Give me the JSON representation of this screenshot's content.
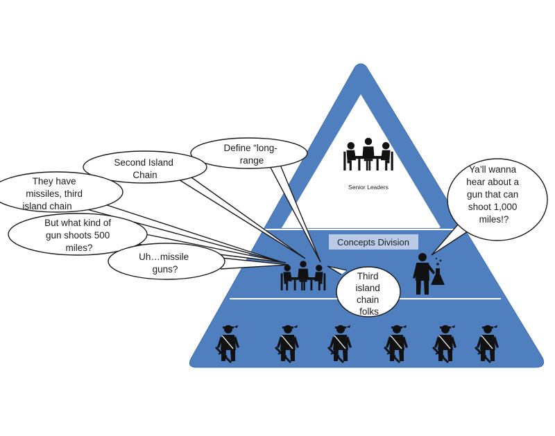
{
  "colors": {
    "pyramid_fill": "#4f7fbf",
    "pyramid_edge": "#3f6fae",
    "snow": "#ffffff",
    "division_label_bg": "#b9cbe6",
    "figure": "#111111",
    "bubble_stroke": "#1a1a1a"
  },
  "pyramid": {
    "top_tier_label": "Senior Leaders",
    "middle_tier_label": "Concepts Division",
    "top_icon": "meeting-table-icon",
    "middle_icons": [
      "meeting-table-icon",
      "scientist-icon"
    ],
    "bottom_icon": "soldier-icon",
    "soldier_count": 6
  },
  "bubbles": [
    {
      "id": "define-long-range",
      "lines": [
        "Define “long-",
        "range"
      ]
    },
    {
      "id": "second-island-chain",
      "lines": [
        "Second Island",
        "Chain"
      ]
    },
    {
      "id": "third-island-chain",
      "lines": [
        "They have",
        "missiles, third",
        "island chain"
      ]
    },
    {
      "id": "gun-500-miles",
      "lines": [
        "But what kind of",
        "gun shoots 500",
        "miles?"
      ]
    },
    {
      "id": "missile-guns",
      "lines": [
        "Uh…missile",
        "guns?"
      ]
    },
    {
      "id": "third-island-chain-folks",
      "lines": [
        "Third",
        "island",
        "chain",
        "folks"
      ]
    },
    {
      "id": "gun-1000-miles",
      "lines": [
        "Ya’ll wanna",
        "hear about a",
        "gun that can",
        "shoot 1,000",
        "miles!?"
      ]
    }
  ]
}
